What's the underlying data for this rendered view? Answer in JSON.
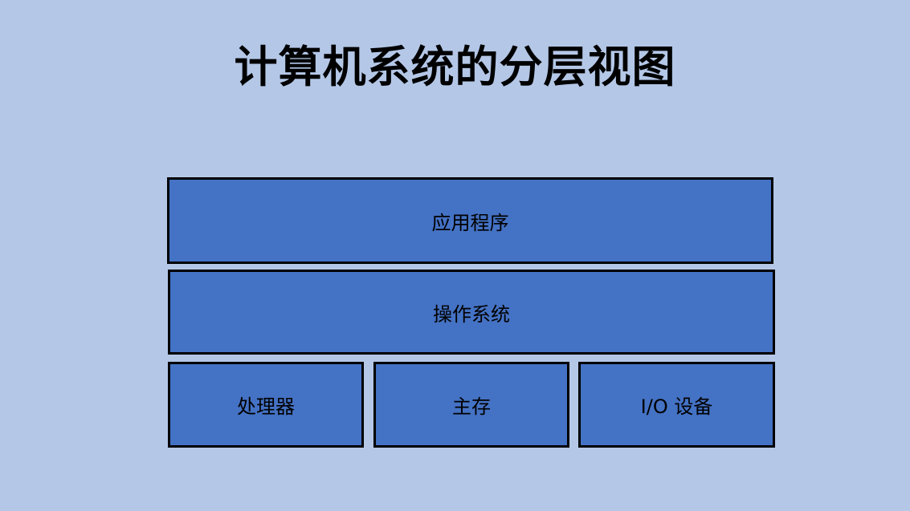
{
  "title": "计算机系统的分层视图",
  "colors": {
    "background": "#b4c7e7",
    "box_fill": "#4472c4",
    "box_border": "#000000"
  },
  "layers": {
    "applications": "应用程序",
    "operating_system": "操作系统",
    "hardware": [
      "处理器",
      "主存",
      "I/O 设备"
    ]
  }
}
